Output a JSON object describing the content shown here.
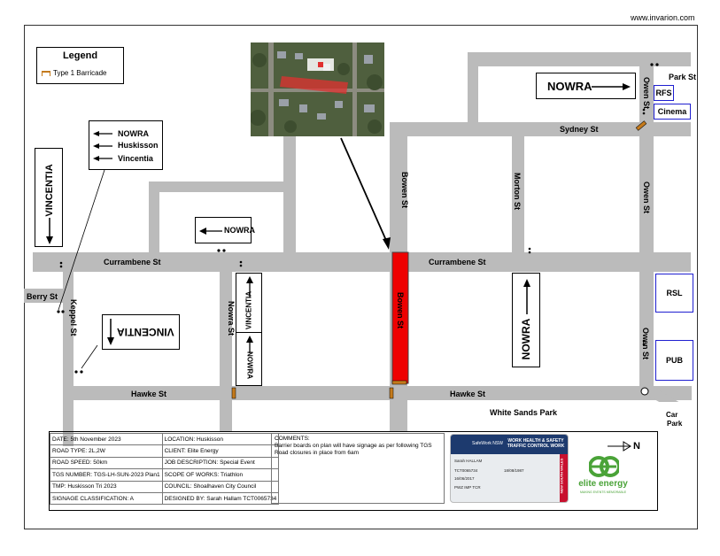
{
  "site_url": "www.invarion.com",
  "legend": {
    "title": "Legend",
    "item_label": "Type 1 Barricade"
  },
  "roads": {
    "park_st": "Park St",
    "sydney_st": "Sydney St",
    "bowen_st_north": "Bowen St",
    "morton_st": "Morton St",
    "owen_st_mid": "Owen St",
    "owen_st_top": "Owen St",
    "owen_st_bottom": "Owen St",
    "currambene_st_west": "Currambene St",
    "currambene_st_east": "Currambene St",
    "berry_st": "Berry St",
    "keppel_st": "Keppel St",
    "nowra_st": "Nowra St",
    "bowen_st_closed": "Bowen St",
    "hawke_st_west": "Hawke St",
    "hawke_st_east": "Hawke St",
    "white_sands_park": "White Sands Park",
    "car_park": "Car Park"
  },
  "buildings": {
    "rfs": "RFS",
    "cinema": "Cinema",
    "rsl": "RSL",
    "pub": "PUB"
  },
  "signs": {
    "nowra_top_right": "NOWRA",
    "multi_nowra": "NOWRA",
    "multi_huskisson": "Huskisson",
    "multi_vincentia": "Vincentia",
    "vincentia_vertical": "VINCENTIA",
    "nowra_small": "NOWRA",
    "vincentia_nowra_st": "VINCENTIA",
    "nowra_nowra_st": "NOWRA",
    "vincentia_keppel": "VINCENTIA",
    "nowra_east": "NOWRA"
  },
  "info_table": [
    [
      "DATE: 5th November 2023",
      "LOCATION: Huskisson"
    ],
    [
      "ROAD TYPE: 2L,2W",
      "CLIENT: Elite Energy"
    ],
    [
      "ROAD SPEED: 50km",
      "JOB DESCRIPTION: Special Event"
    ],
    [
      "TGS NUMBER: TGS-LH-SUN-2023 Plan1",
      "SCOPE OF WORKS: Triathlon"
    ],
    [
      "TMP: Huskisson Tri 2023",
      "COUNCIL: Shoalhaven City Council"
    ],
    [
      "SIGNAGE CLASSIFICATION: A",
      "DESIGNED BY: Sarah Hallam TCT0065734"
    ]
  ],
  "comments": {
    "heading": "COMMENTS:",
    "body": "Barrier boards on plan will have signage as per following TGS Road closures in place from 6am"
  },
  "card": {
    "issuer": "SafeWork NSW",
    "title": "WORK HEALTH & SAFETY TRAFFIC CONTROL WORK",
    "name": "Sarah HALLAM",
    "id": "TCT0065734",
    "dob": "18/08/1987",
    "date": "16/06/2017",
    "classes": "PWZ IMP TCR",
    "state": "NEW SOUTH WALES"
  },
  "logo": {
    "name": "elite energy",
    "tagline": "MAKING EVENTS MEMORABLE"
  },
  "north": "N",
  "colors": {
    "road": "#bbbbbb",
    "closure": "#ee0000",
    "building_border": "#1f1fd0",
    "logo": "#4aa338"
  }
}
